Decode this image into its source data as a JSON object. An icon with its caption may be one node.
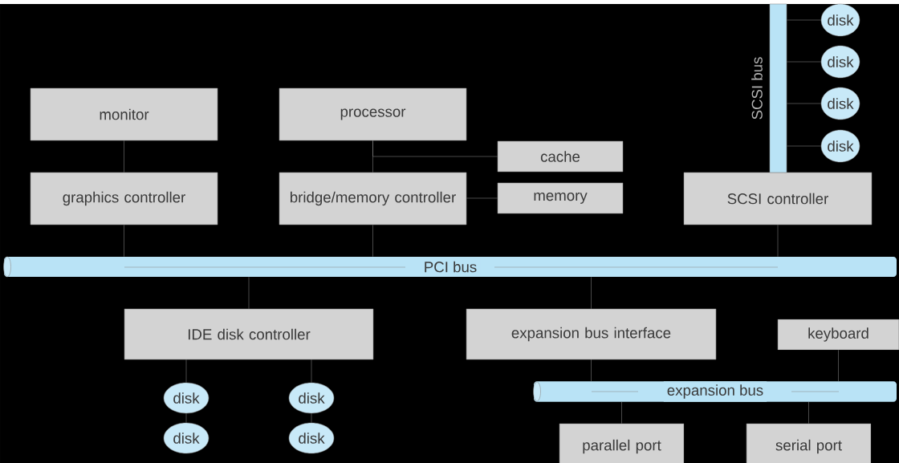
{
  "diagram": {
    "nodes": [
      {
        "text": [
          "monitor"
        ]
      },
      {
        "text": [
          "processor"
        ]
      },
      {
        "text": [
          "cache"
        ]
      },
      {
        "text": [
          "graphics controller"
        ]
      },
      {
        "text": [
          "bridge/memory controller"
        ]
      },
      {
        "text": [
          "memory"
        ]
      },
      {
        "text": [
          "SCSI controller"
        ]
      },
      {
        "text": [],
        "shape": "bar",
        "beside": [
          "SCSI bus"
        ]
      },
      {
        "text": [
          "disk"
        ]
      },
      {
        "text": [
          "disk"
        ]
      },
      {
        "text": [
          "disk"
        ]
      },
      {
        "text": [
          "disk"
        ]
      },
      {
        "text": [
          "PCI bus"
        ]
      },
      {
        "text": [
          "IDE disk controller"
        ]
      },
      {
        "text": [
          "expansion bus interface"
        ]
      },
      {
        "text": [
          "keyboard"
        ]
      },
      {
        "text": [
          "expansion bus"
        ]
      },
      {
        "text": [
          "disk"
        ]
      },
      {
        "text": [
          "disk"
        ]
      },
      {
        "text": [
          "disk"
        ]
      },
      {
        "text": [
          "disk"
        ]
      },
      {
        "text": [
          "parallel port"
        ]
      },
      {
        "text": [
          "serial port"
        ]
      }
    ],
    "edges": [
      {
        "from": 0,
        "to": 3,
        "arrow": "none"
      },
      {
        "from": 1,
        "to": 4,
        "arrow": "none"
      },
      {
        "from": 1,
        "to": 2,
        "arrow": "none"
      },
      {
        "from": 4,
        "to": 5,
        "arrow": "none"
      },
      {
        "from": 7,
        "to": 8,
        "arrow": "none"
      },
      {
        "from": 7,
        "to": 9,
        "arrow": "none"
      },
      {
        "from": 7,
        "to": 10,
        "arrow": "none"
      },
      {
        "from": 7,
        "to": 11,
        "arrow": "none"
      },
      {
        "from": 3,
        "to": 12,
        "arrow": "none"
      },
      {
        "from": 4,
        "to": 12,
        "arrow": "none"
      },
      {
        "from": 6,
        "to": 12,
        "arrow": "none"
      },
      {
        "from": 12,
        "to": 13,
        "arrow": "none"
      },
      {
        "from": 12,
        "to": 14,
        "arrow": "none"
      },
      {
        "from": 13,
        "to": 17,
        "arrow": "none"
      },
      {
        "from": 13,
        "to": 18,
        "arrow": "none"
      },
      {
        "from": 17,
        "to": 19,
        "arrow": "none"
      },
      {
        "from": 18,
        "to": 20,
        "arrow": "none"
      },
      {
        "from": 14,
        "to": 16,
        "arrow": "none"
      },
      {
        "from": 15,
        "to": 16,
        "arrow": "none"
      },
      {
        "from": 16,
        "to": 21,
        "arrow": "none"
      },
      {
        "from": 16,
        "to": 22,
        "arrow": "none"
      }
    ]
  }
}
